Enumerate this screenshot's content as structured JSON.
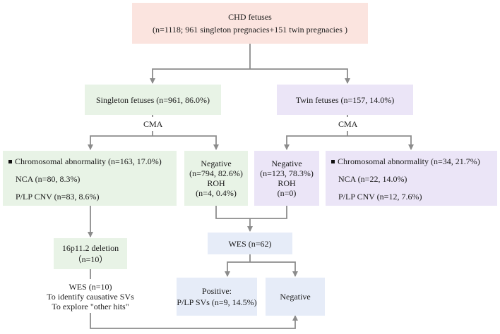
{
  "root": {
    "title": "CHD fetuses",
    "subtitle": "(n=1118; 961 singleton pregnacies+151 twin pregnacies )"
  },
  "singleton": {
    "label": "Singleton fetuses (n=961, 86.0%)",
    "method": "CMA",
    "abnormal": {
      "title": "Chromosomal abnormality (n=163, 17.0%)",
      "nca": "NCA (n=80, 8.3%)",
      "plp": "P/LP CNV (n=83, 8.6%)"
    },
    "negative": {
      "line1": "Negative",
      "line2": "(n=794, 82.6%)",
      "line3": "ROH",
      "line4": "(n=4, 0.4%)"
    }
  },
  "twin": {
    "label": "Twin fetuses  (n=157, 14.0%)",
    "method": "CMA",
    "negative": {
      "line1": "Negative",
      "line2": "(n=123, 78.3%)",
      "line3": "ROH",
      "line4": "(n=0)"
    },
    "abnormal": {
      "title": "Chromosomal abnormality (n=34, 21.7%)",
      "nca": "NCA (n=22, 14.0%)",
      "plp": "P/LP CNV (n=12, 7.6%)"
    }
  },
  "deletion": {
    "line1": "16p11.2 deletion",
    "line2": "（n=10）"
  },
  "wes_sub": {
    "line1": "WES (n=10)",
    "line2": "To identify causative SVs",
    "line3": "To explore \"other hits\""
  },
  "wes": {
    "label": "WES (n=62)"
  },
  "positive": {
    "line1": "Positive:",
    "line2": "P/LP SVs  (n=9, 14.5%)"
  },
  "negative_final": {
    "label": "Negative"
  },
  "colors": {
    "root_fill": "#fbe4df",
    "singleton_fill": "#e8f3e6",
    "twin_fill": "#ebe5f7",
    "wes_fill": "#e6ecf8",
    "connector": "#8c8c8c"
  }
}
